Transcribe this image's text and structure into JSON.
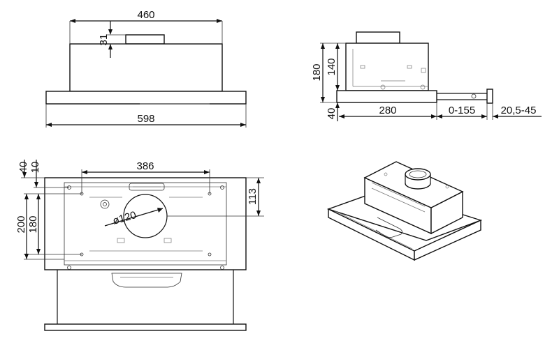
{
  "drawing": {
    "front_view": {
      "width_top": "460",
      "height_collar": "31",
      "width_overall": "598"
    },
    "side_view": {
      "height_total": "180",
      "height_body": "140",
      "depth_body": "280",
      "drawer_extension": "0-155",
      "front_panel": "20,5-45",
      "bottom_offset": "40"
    },
    "top_view": {
      "hole_spacing": "386",
      "offset_40": "40",
      "offset_10": "10",
      "height_200": "200",
      "height_180": "180",
      "diameter": "ø120",
      "depth_113": "113"
    }
  }
}
